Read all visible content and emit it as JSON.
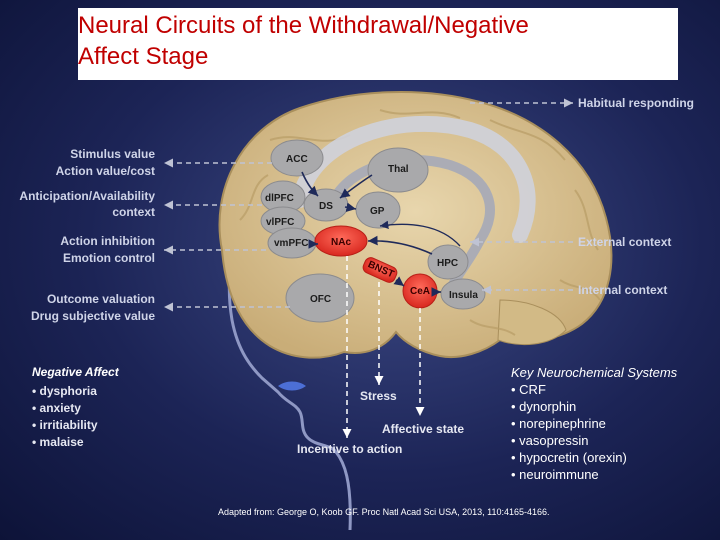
{
  "title": {
    "line1": "Neural Circuits of the Withdrawal/Negative",
    "line2": "Affect Stage"
  },
  "colors": {
    "title_red": "#c00000",
    "brain_tan": "#dcc79a",
    "region_gray": "#a9a9ab",
    "region_red": "#e8352b"
  },
  "right_labels": {
    "habitual": "Habitual responding",
    "external": "External context",
    "internal": "Internal context"
  },
  "left_labels": {
    "stimulus_value": "Stimulus value",
    "action_value": "Action value/cost",
    "anticipation": "Anticipation/Availability",
    "context": "context",
    "action_inhibition": "Action inhibition",
    "emotion_control": "Emotion control",
    "outcome_valuation": "Outcome valuation",
    "drug_subjective": "Drug subjective value"
  },
  "regions": {
    "acc": "ACC",
    "thal": "Thal",
    "dlpfc": "dlPFC",
    "ds": "DS",
    "gp": "GP",
    "vlpfc": "vlPFC",
    "vmpfc": "vmPFC",
    "nac": "NAc",
    "hpc": "HPC",
    "bnst": "BNST",
    "cea": "CeA",
    "insula": "Insula",
    "ofc": "OFC"
  },
  "outputs": {
    "stress": "Stress",
    "affective_state": "Affective state",
    "incentive": "Incentive to action"
  },
  "negative_affect": {
    "heading": "Negative Affect",
    "items": [
      "• dysphoria",
      "• anxiety",
      "• irritiability",
      "• malaise"
    ]
  },
  "key_systems": {
    "heading": "Key Neurochemical Systems",
    "items": [
      "• CRF",
      "• dynorphin",
      "• norepinephrine",
      "• vasopressin",
      "• hypocretin (orexin)",
      "• neuroimmune"
    ]
  },
  "citation": "Adapted from: George O, Koob GF. Proc Natl Acad Sci USA, 2013, 110:4165-4166."
}
